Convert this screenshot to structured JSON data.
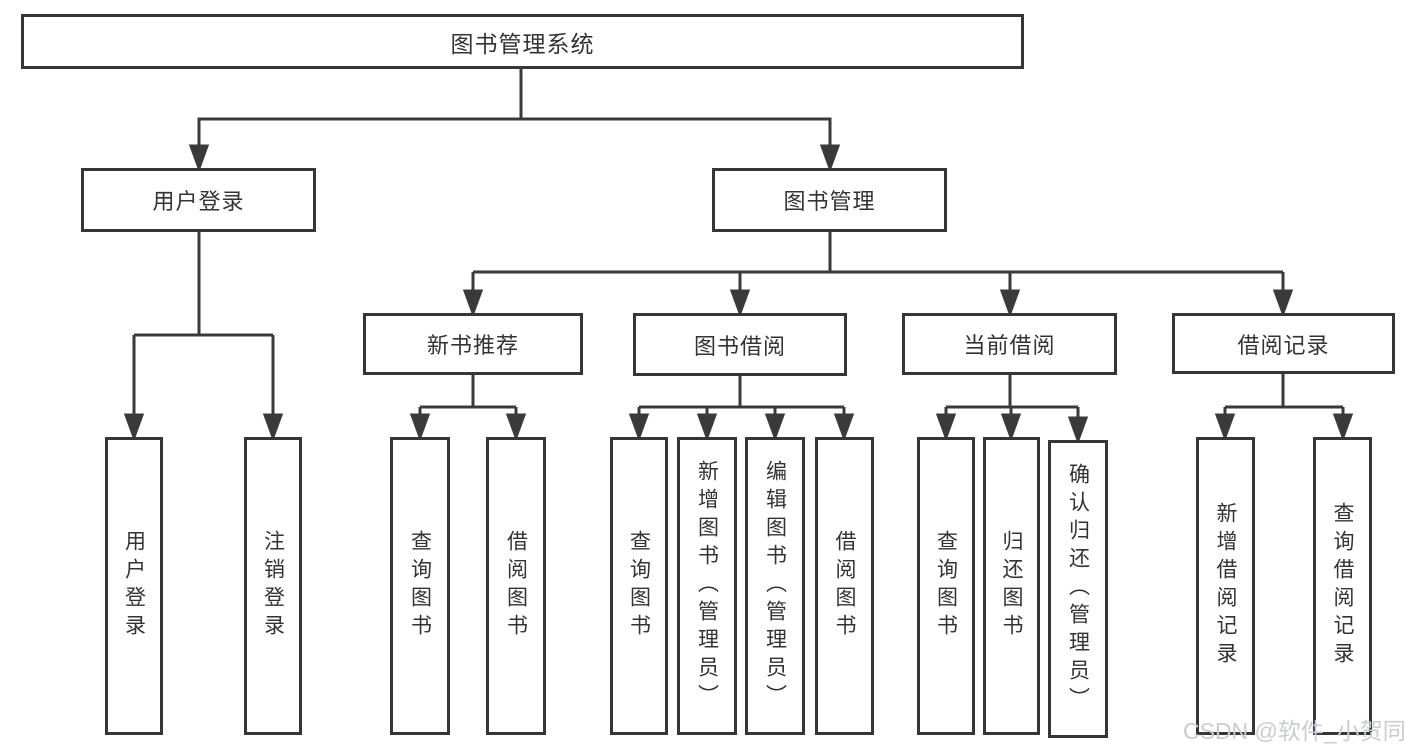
{
  "title": "图书管理系统",
  "watermark": "CSDN @软件_小贺同学",
  "colors": {
    "line": "#3a3a3a",
    "border": "#363636",
    "text": "#333333",
    "background": "#ffffff",
    "watermark": "#c9ccd3"
  },
  "tree": {
    "root": {
      "label": "图书管理系统"
    },
    "children": [
      {
        "label": "用户登录",
        "children": [
          {
            "label": "用户登录"
          },
          {
            "label": "注销登录"
          }
        ]
      },
      {
        "label": "图书管理",
        "children": [
          {
            "label": "新书推荐",
            "children": [
              {
                "label": "查询图书"
              },
              {
                "label": "借阅图书"
              }
            ]
          },
          {
            "label": "图书借阅",
            "children": [
              {
                "label": "查询图书"
              },
              {
                "label": "新增图书（管理员）"
              },
              {
                "label": "编辑图书（管理员）"
              },
              {
                "label": "借阅图书"
              }
            ]
          },
          {
            "label": "当前借阅",
            "children": [
              {
                "label": "查询图书"
              },
              {
                "label": "归还图书"
              },
              {
                "label": "确认归还（管理员）"
              }
            ]
          },
          {
            "label": "借阅记录",
            "children": [
              {
                "label": "新增借阅记录"
              },
              {
                "label": "查询借阅记录"
              }
            ]
          }
        ]
      }
    ]
  }
}
